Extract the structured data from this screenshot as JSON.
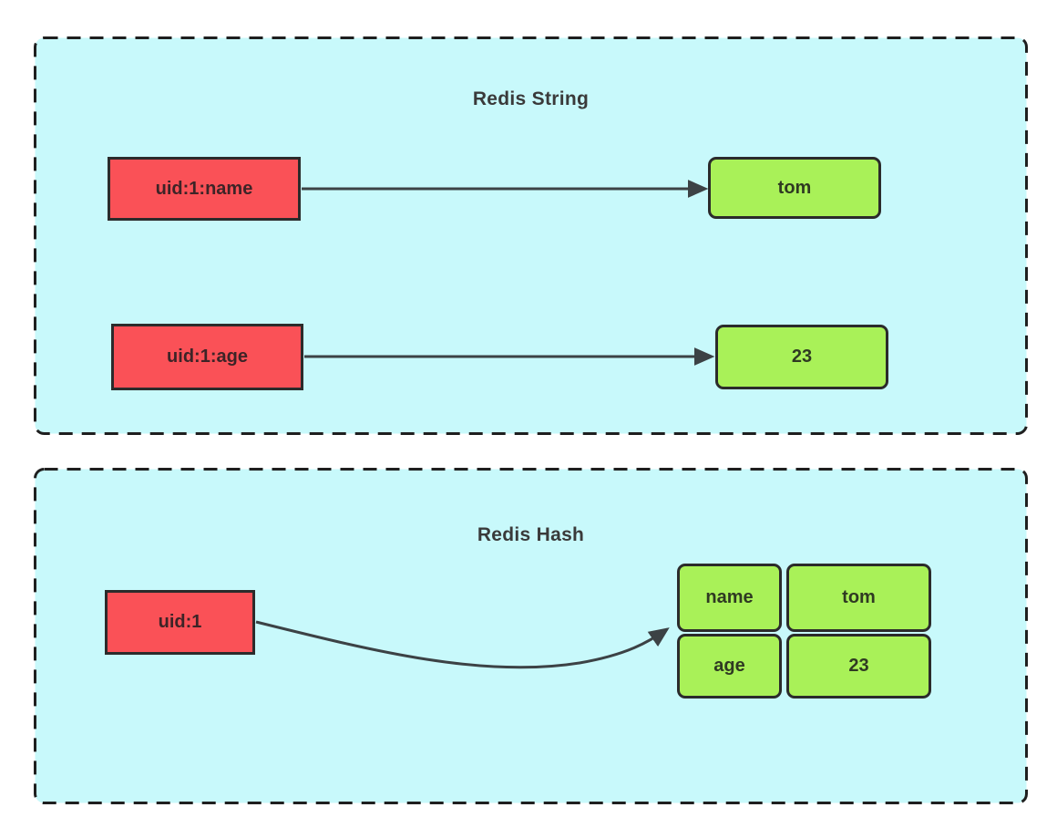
{
  "colors": {
    "page_bg": "#ffffff",
    "panel_bg": "#c8f9fb",
    "panel_border": "#1f1f1f",
    "key_fill": "#fa5157",
    "key_border": "#2b2b2b",
    "key_text": "#3d2427",
    "value_fill": "#a9f158",
    "value_border": "#2b2b2b",
    "title_text": "#3a3a3a",
    "box_text": "#2f3a22",
    "arrow_color": "#3c4245"
  },
  "panels": [
    {
      "title": "Redis String",
      "pairs": [
        {
          "key": "uid:1:name",
          "value": "tom"
        },
        {
          "key": "uid:1:age",
          "value": "23"
        }
      ]
    },
    {
      "title": "Redis Hash",
      "key": "uid:1",
      "fields": [
        {
          "name": "name",
          "value": "tom"
        },
        {
          "name": "age",
          "value": "23"
        }
      ]
    }
  ]
}
